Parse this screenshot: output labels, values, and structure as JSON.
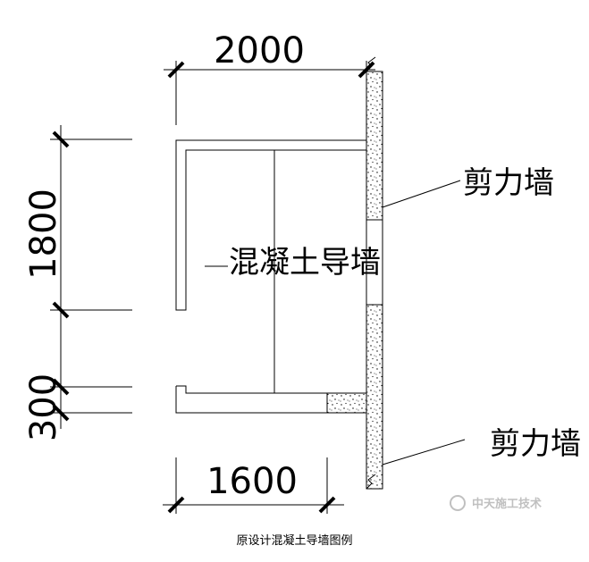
{
  "dimensions": {
    "top_width": "2000",
    "left_height": "1800",
    "left_small": "300",
    "bottom_width": "1600"
  },
  "labels": {
    "shear_wall_upper": "剪力墙",
    "shear_wall_lower": "剪力墙",
    "guide_wall": "混凝土导墙"
  },
  "watermark": "中天施工技术",
  "caption": "原设计混凝土导墙图例",
  "colors": {
    "line": "#000000",
    "concrete_fill": "#ffffff",
    "watermark": "#c0c0c0"
  }
}
